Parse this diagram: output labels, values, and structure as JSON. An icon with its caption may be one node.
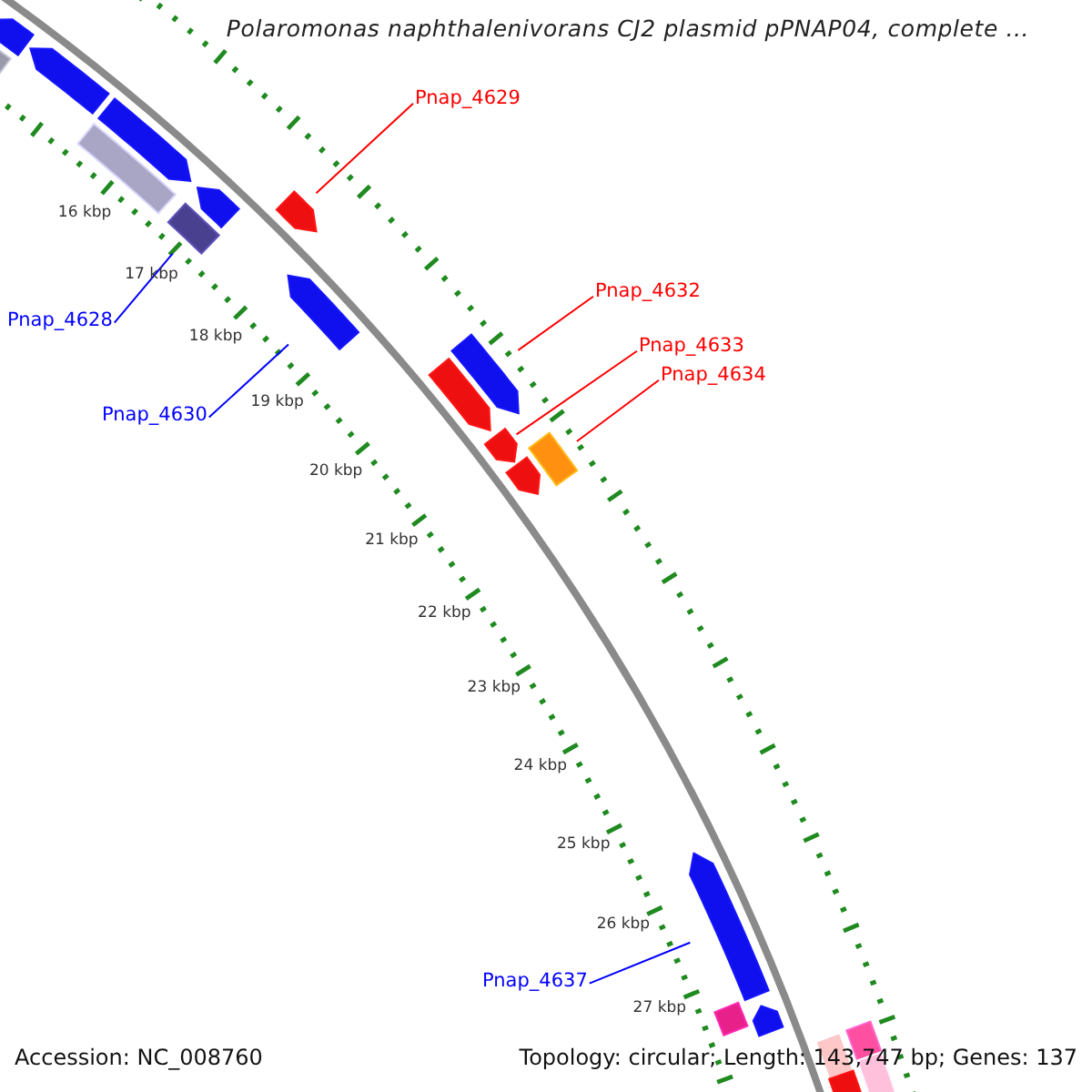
{
  "diagram": {
    "title": "Polaromonas naphthalenivorans CJ2 plasmid pPNAP04, complete ...",
    "nodes": [
      {
        "text": [
          "Pnap_4629"
        ]
      },
      {
        "text": [],
        "shape": "arrow"
      },
      {
        "text": [
          "Pnap_4632"
        ]
      },
      {
        "text": [],
        "shape": "arrow"
      },
      {
        "text": [
          "Pnap_4633"
        ]
      },
      {
        "text": [],
        "shape": "arrow"
      },
      {
        "text": [
          "Pnap_4634"
        ]
      },
      {
        "text": [],
        "shape": "box"
      },
      {
        "text": [
          "Pnap_4628"
        ]
      },
      {
        "text": [],
        "shape": "box"
      },
      {
        "text": [
          "Pnap_4630"
        ]
      },
      {
        "text": [],
        "shape": "arrow"
      },
      {
        "text": [
          "Pnap_4637"
        ]
      },
      {
        "text": [],
        "shape": "arrow"
      },
      {
        "text": [],
        "shape": "arrow"
      },
      {
        "text": [],
        "shape": "arrow"
      },
      {
        "text": [],
        "shape": "arrow"
      },
      {
        "text": [],
        "shape": "arrow"
      },
      {
        "text": [],
        "shape": "box"
      },
      {
        "text": [],
        "shape": "box"
      },
      {
        "text": [],
        "shape": "arrow"
      },
      {
        "text": [],
        "shape": "arrow"
      },
      {
        "text": [],
        "shape": "arrow"
      },
      {
        "text": [],
        "shape": "box"
      },
      {
        "text": [],
        "shape": "box"
      },
      {
        "text": [],
        "shape": "box"
      },
      {
        "text": [],
        "shape": "box"
      },
      {
        "text": [],
        "shape": "box"
      }
    ],
    "edges": [
      {
        "from": 0,
        "to": 1,
        "arrow": "none"
      },
      {
        "from": 2,
        "to": 3,
        "arrow": "none"
      },
      {
        "from": 4,
        "to": 5,
        "arrow": "none"
      },
      {
        "from": 6,
        "to": 7,
        "arrow": "none"
      },
      {
        "from": 8,
        "to": 9,
        "arrow": "none",
        "color": "#0000ff"
      },
      {
        "from": 10,
        "to": 11,
        "arrow": "none",
        "color": "#0000ff"
      },
      {
        "from": 12,
        "to": 13,
        "arrow": "none",
        "color": "#0000ff"
      }
    ],
    "labels": [
      "16 kbp",
      "17 kbp",
      "18 kbp",
      "19 kbp",
      "20 kbp",
      "21 kbp",
      "22 kbp",
      "23 kbp",
      "24 kbp",
      "25 kbp",
      "26 kbp",
      "27 kbp",
      "Accession: NC_008760",
      "Topology: circular; Length: 143,747 bp; Genes: 137"
    ]
  }
}
